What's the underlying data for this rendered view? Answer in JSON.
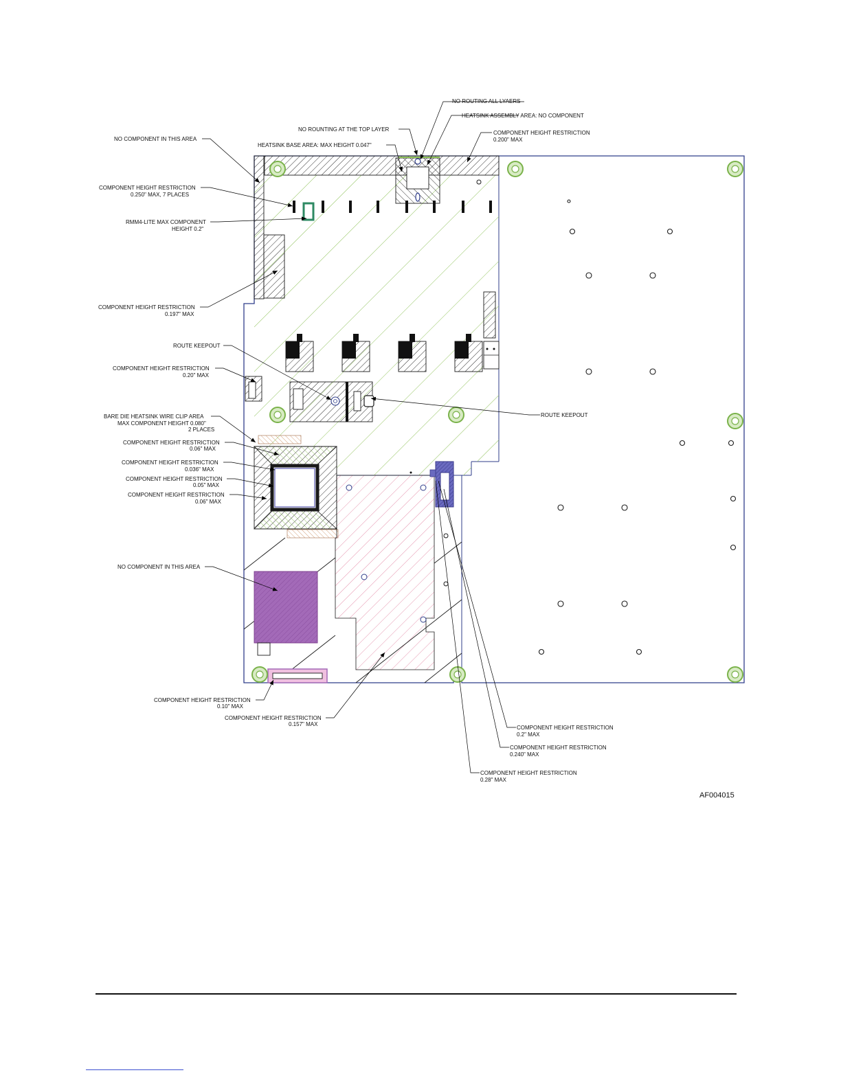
{
  "figure_id": "AF004015",
  "colors": {
    "board_outline": "#2f3d8a",
    "hatch_green": "#8fc25a",
    "hatch_dark": "#1a1a1a",
    "keepout_pink": "#e07a9a",
    "purple_fill": "#a36ab8",
    "blue_component": "#5c5cb0",
    "teal_component": "#2e8a63",
    "peach_hatch": "#d4a07a",
    "mount_green": "#7ab24a"
  },
  "labels": {
    "no_routing_all_layers": "NO ROUTING ALL LYAERS",
    "heatsink_assembly_area": "HEATSINK ASSEMBLY AREA: NO COMPONENT",
    "no_routing_top_layer": "NO ROUNTING AT THE TOP LAYER",
    "height_0200_line1": "COMPONENT HEIGHT RESTRICTION",
    "height_0200_line2": "0.200\" MAX",
    "no_component_top_line1": "NO COMPONENT IN THIS AREA",
    "heatsink_base_area": "HEATSINK BASE AREA: MAX HEIGHT 0.047\"",
    "height_0250_line1": "COMPONENT HEIGHT RESTRICTION",
    "height_0250_line2": "0.250\" MAX, 7 PLACES",
    "rmm4_line1": "RMM4-LITE MAX COMPONENT",
    "rmm4_line2": "HEIGHT 0.2\"",
    "height_0197_line1": "COMPONENT HEIGHT RESTRICTION",
    "height_0197_line2": "0.197\" MAX",
    "route_keepout_left": "ROUTE KEEPOUT",
    "height_020_line1": "COMPONENT HEIGHT RESTRICTION",
    "height_020_line2": "0.20\" MAX",
    "route_keepout_right": "ROUTE KEEPOUT",
    "bare_die_line1": "BARE DIE HEATSINK WIRE CLIP AREA",
    "bare_die_line2": "MAX COMPONENT HEIGHT 0.080\"",
    "bare_die_line3": "2 PLACES",
    "height_006a_line1": "COMPONENT HEIGHT RESTRICTION",
    "height_006a_line2": "0.06\" MAX",
    "height_0036_line1": "COMPONENT HEIGHT RESTRICTION",
    "height_0036_line2": "0.036\" MAX",
    "height_005_line1": "COMPONENT HEIGHT RESTRICTION",
    "height_005_line2": "0.05\" MAX",
    "height_006b_line1": "COMPONENT HEIGHT RESTRICTION",
    "height_006b_line2": "0.06\" MAX",
    "no_component_bottom": "NO COMPONENT IN THIS AREA",
    "height_010_line1": "COMPONENT HEIGHT RESTRICTION",
    "height_010_line2": "0.10\" MAX",
    "height_0157_line1": "COMPONENT HEIGHT RESTRICTION",
    "height_0157_line2": "0.157\" MAX",
    "height_02_line1": "COMPONENT HEIGHT RESTRICTION",
    "height_02_line2": "0.2\" MAX",
    "height_0240_line1": "COMPONENT HEIGHT RESTRICTION",
    "height_0240_line2": "0.240\" MAX",
    "height_028_line1": "COMPONENT HEIGHT RESTRICTION",
    "height_028_line2": "0.28\" MAX"
  }
}
